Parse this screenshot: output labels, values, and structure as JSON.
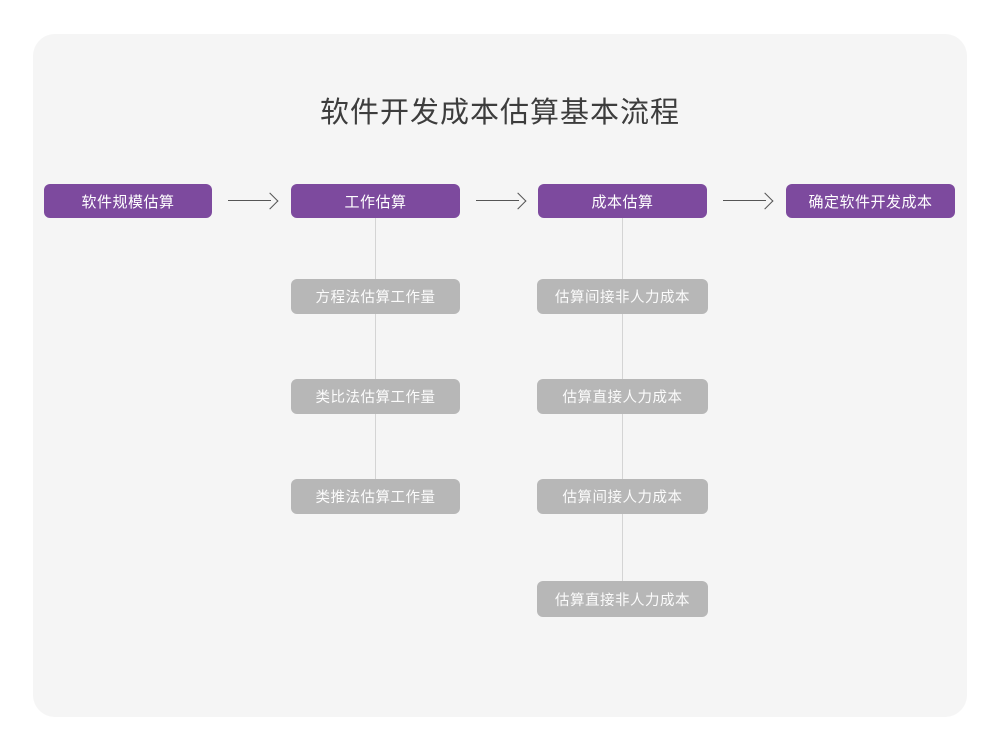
{
  "diagram": {
    "title": "软件开发成本估算基本流程",
    "colors": {
      "card_background": "#f5f5f5",
      "page_background": "#ffffff",
      "primary_node": "#7d4a9e",
      "secondary_node": "#b7b7b7",
      "title_text": "#3d3d3d",
      "arrow": "#555555",
      "connector_line": "#d4d4d4"
    },
    "stages": [
      {
        "id": "stage-1",
        "label": "软件规模估算",
        "substeps": []
      },
      {
        "id": "stage-2",
        "label": "工作估算",
        "substeps": [
          "方程法估算工作量",
          "类比法估算工作量",
          "类推法估算工作量"
        ]
      },
      {
        "id": "stage-3",
        "label": "成本估算",
        "substeps": [
          "估算间接非人力成本",
          "估算直接人力成本",
          "估算间接人力成本",
          "估算直接非人力成本"
        ]
      },
      {
        "id": "stage-4",
        "label": "确定软件开发成本",
        "substeps": []
      }
    ],
    "arrows": [
      {
        "id": "arrow-1",
        "from": "stage-1",
        "to": "stage-2",
        "glyph": "right-arrow-icon"
      },
      {
        "id": "arrow-2",
        "from": "stage-2",
        "to": "stage-3",
        "glyph": "right-arrow-icon"
      },
      {
        "id": "arrow-3",
        "from": "stage-3",
        "to": "stage-4",
        "glyph": "right-arrow-icon"
      }
    ]
  }
}
